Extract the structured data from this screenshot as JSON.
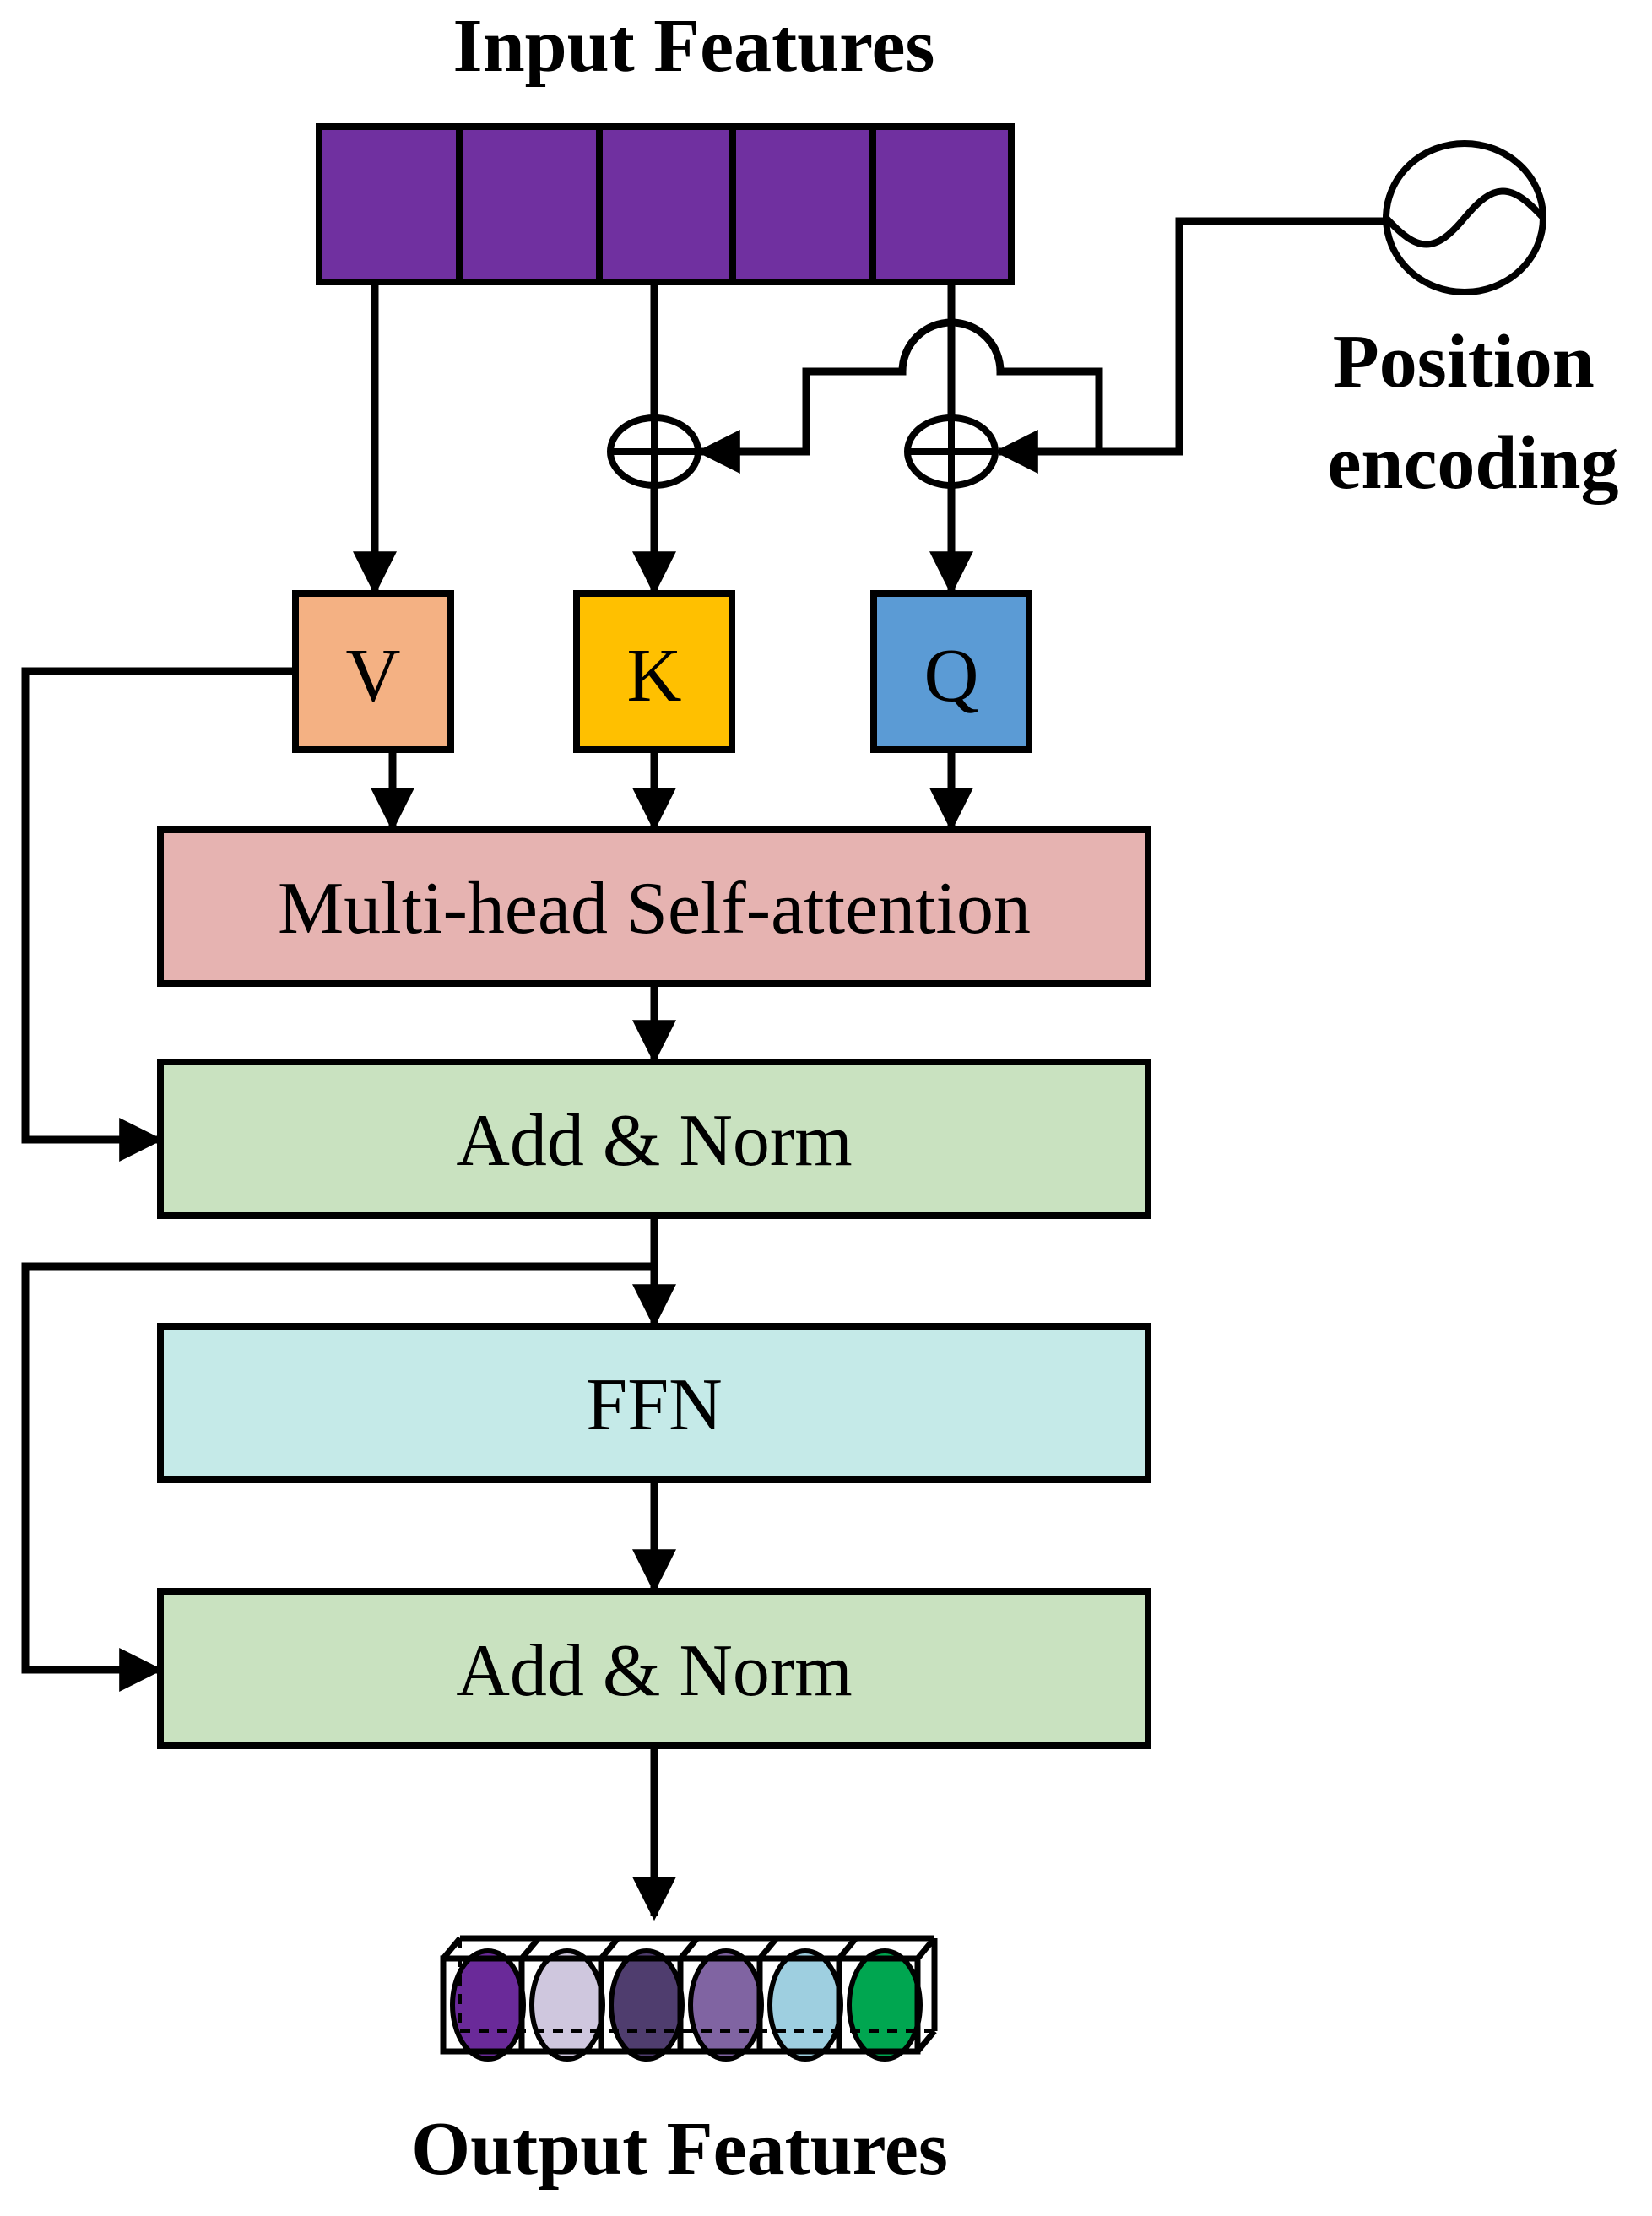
{
  "title_top": "Input Features",
  "title_bottom": "Output Features",
  "position_label": [
    "Position",
    "encoding"
  ],
  "qkv": {
    "v": "V",
    "k": "K",
    "q": "Q"
  },
  "blocks": {
    "mhsa": "Multi-head Self-attention",
    "addnorm1": "Add & Norm",
    "ffn": "FFN",
    "addnorm2": "Add & Norm"
  },
  "colors": {
    "input_cell": "#7030A0",
    "v_box": "#F4B183",
    "k_box": "#FFC000",
    "q_box": "#5B9BD5",
    "mhsa": "#E6B3B1",
    "addnorm": "#C9E2C0",
    "ffn": "#C5EAE8",
    "output_tokens": [
      "#6A2A99",
      "#CFC7DE",
      "#4F3D6E",
      "#8064A2",
      "#9ECFE0",
      "#00A650"
    ]
  }
}
